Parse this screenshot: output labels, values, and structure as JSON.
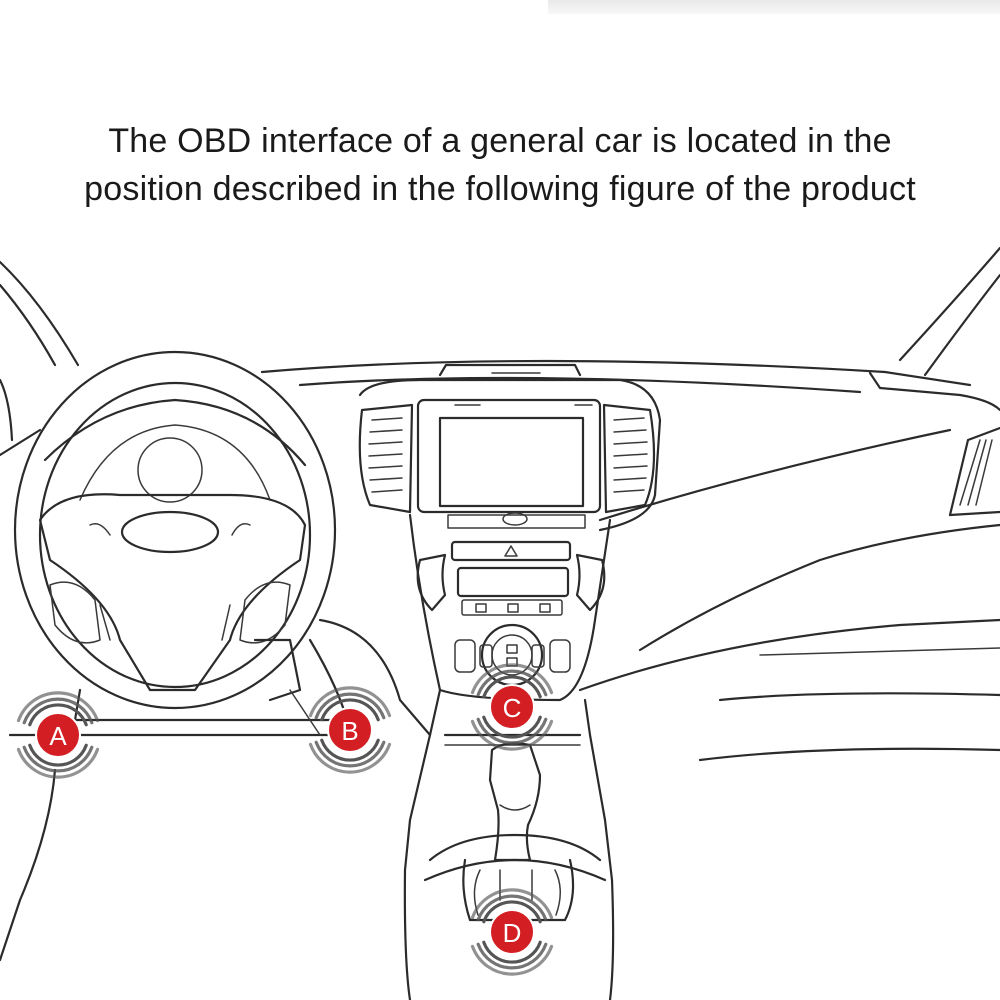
{
  "caption": {
    "line1": "The OBD interface of a general car is located in the",
    "line2": "position described in the following figure of the product"
  },
  "markers": [
    {
      "id": "A",
      "label": "A"
    },
    {
      "id": "B",
      "label": "B"
    },
    {
      "id": "C",
      "label": "C"
    },
    {
      "id": "D",
      "label": "D"
    }
  ],
  "colors": {
    "marker_fill": "#d31f24",
    "line": "#2b2b2b",
    "wave": "#555555"
  }
}
